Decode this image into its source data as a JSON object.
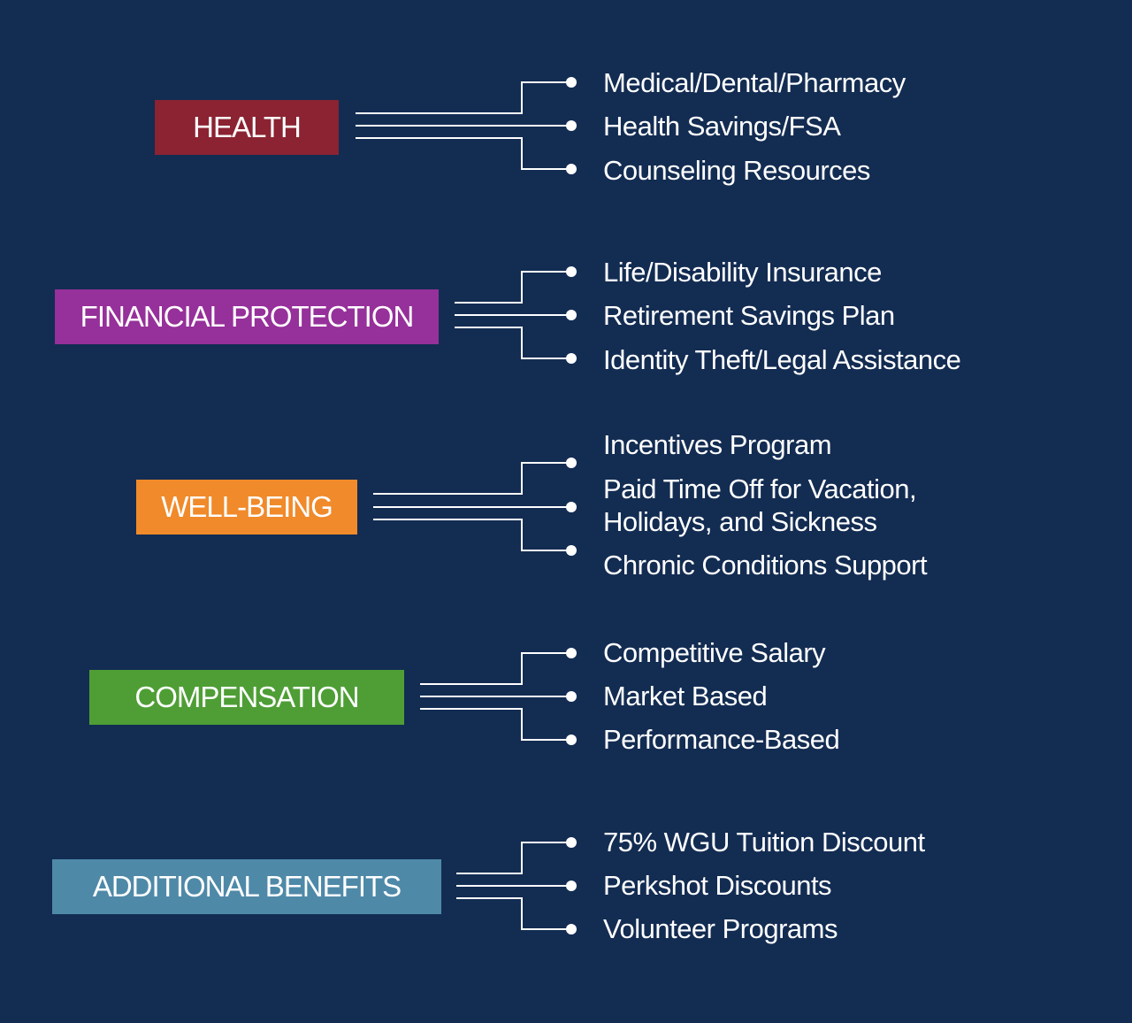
{
  "colors": {
    "background": "#132c52",
    "line": "#ffffff"
  },
  "categories": [
    {
      "label": "HEALTH",
      "color": "#8b2332",
      "items": [
        "Medical/Dental/Pharmacy",
        "Health Savings/FSA",
        "Counseling Resources"
      ]
    },
    {
      "label": "FINANCIAL PROTECTION",
      "color": "#96309a",
      "items": [
        "Life/Disability Insurance",
        "Retirement Savings Plan",
        "Identity Theft/Legal Assistance"
      ]
    },
    {
      "label": "WELL-BEING",
      "color": "#f08a2a",
      "items": [
        "Incentives Program",
        "Paid Time Off for Vacation,",
        "Holidays, and Sickness",
        "Chronic Conditions Support"
      ]
    },
    {
      "label": "COMPENSATION",
      "color": "#4e9e35",
      "items": [
        "Competitive Salary",
        "Market Based",
        "Performance-Based"
      ]
    },
    {
      "label": "ADDITIONAL BENEFITS",
      "color": "#4f89a8",
      "items": [
        "75% WGU Tuition Discount",
        "Perkshot Discounts",
        "Volunteer Programs"
      ]
    }
  ]
}
